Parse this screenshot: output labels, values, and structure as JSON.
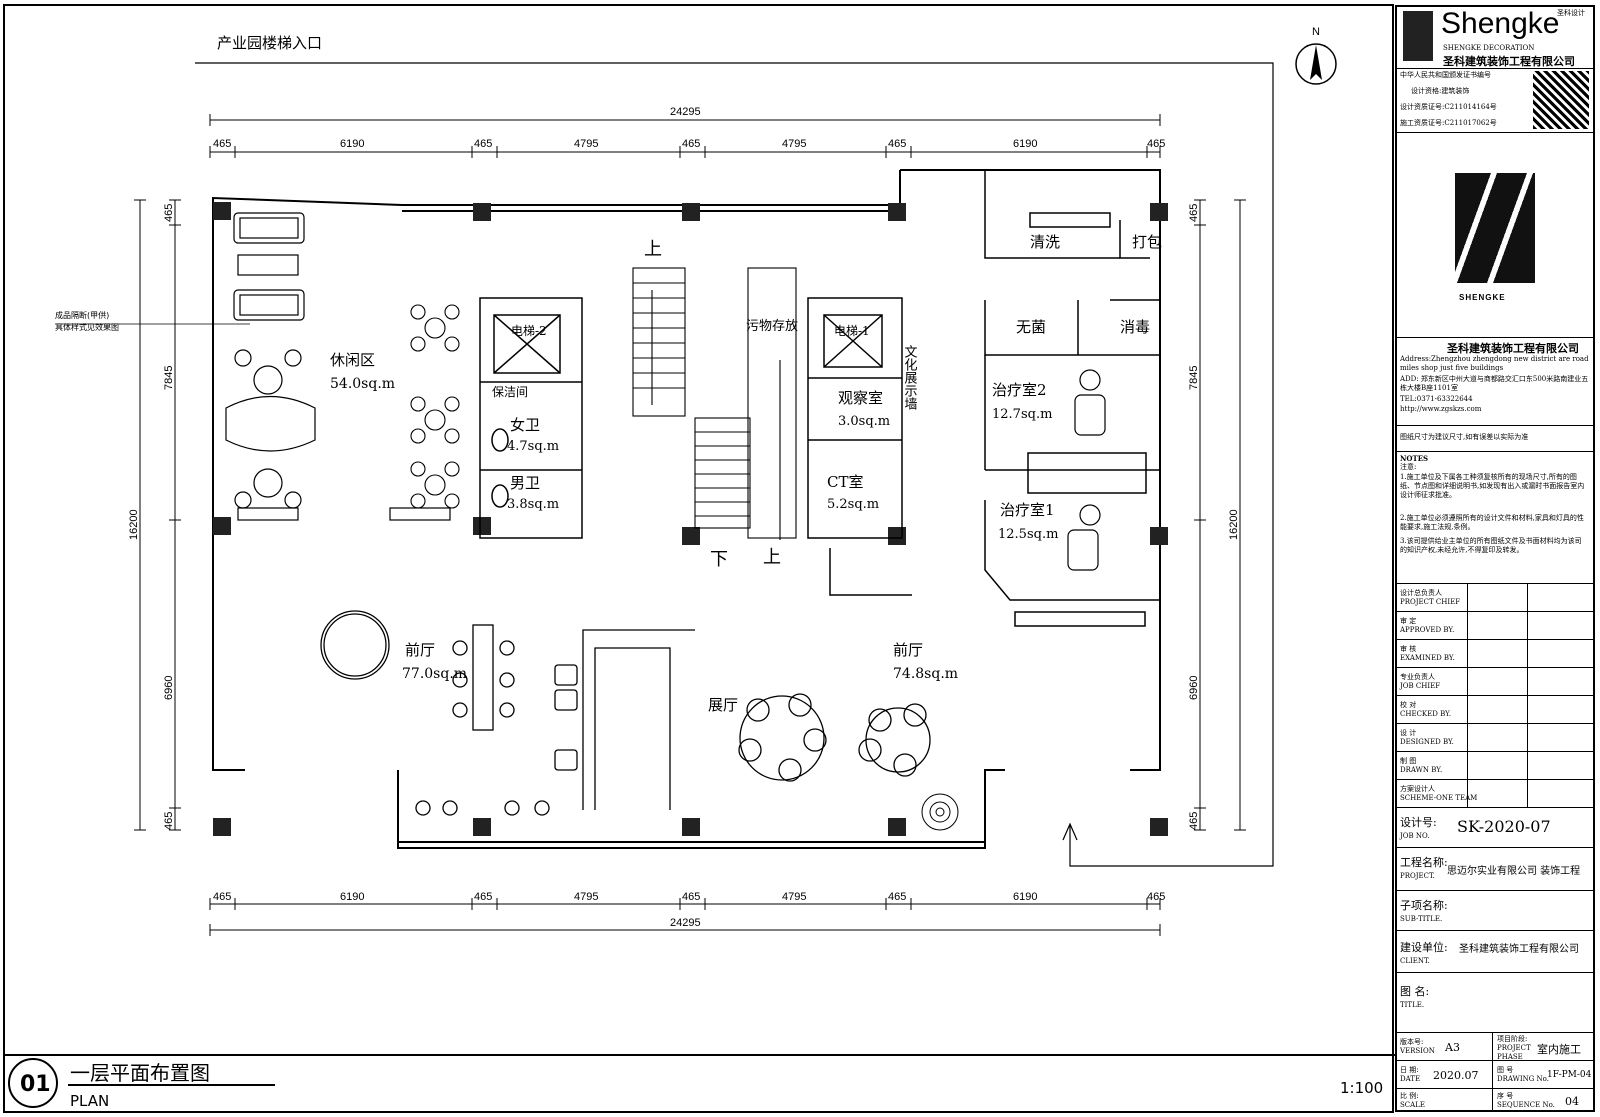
{
  "header": {
    "entrance_label": "产业园楼梯入口",
    "north_label": "N"
  },
  "dimensions": {
    "total_width": "24295",
    "segments": [
      "465",
      "6190",
      "465",
      "4795",
      "465",
      "4795",
      "465",
      "6190",
      "465"
    ],
    "total_height": "16200",
    "vert_segments": [
      "465",
      "7845",
      "6960",
      "465"
    ]
  },
  "annotation": {
    "line1": "成品隔断(甲供)",
    "line2": "具体样式见效果图"
  },
  "rooms": [
    {
      "name": "休闲区",
      "area": "54.0sq.m"
    },
    {
      "name": "电梯-2",
      "area": ""
    },
    {
      "name": "保洁间",
      "area": ""
    },
    {
      "name": "女卫",
      "area": "4.7sq.m"
    },
    {
      "name": "男卫",
      "area": "3.8sq.m"
    },
    {
      "name": "上",
      "area": ""
    },
    {
      "name": "污物存放",
      "area": ""
    },
    {
      "name": "电梯-1",
      "area": ""
    },
    {
      "name": "观察室",
      "area": "3.0sq.m"
    },
    {
      "name": "CT室",
      "area": "5.2sq.m"
    },
    {
      "name": "文化展示墙",
      "area": ""
    },
    {
      "name": "清洗",
      "area": ""
    },
    {
      "name": "打包",
      "area": ""
    },
    {
      "name": "无菌",
      "area": ""
    },
    {
      "name": "消毒",
      "area": ""
    },
    {
      "name": "治疗室2",
      "area": "12.7sq.m"
    },
    {
      "name": "治疗室1",
      "area": "12.5sq.m"
    },
    {
      "name": "前厅",
      "area": "77.0sq.m"
    },
    {
      "name": "前厅",
      "area": "74.8sq.m"
    },
    {
      "name": "展厅",
      "area": ""
    },
    {
      "name": "下",
      "area": ""
    },
    {
      "name": "上",
      "area": ""
    }
  ],
  "footer": {
    "number": "01",
    "title_cn": "一层平面布置图",
    "title_en": "PLAN",
    "scale": "1:100"
  },
  "title_block": {
    "logo_text": "Shengke",
    "logo_small": "SHENGKE DECORATION",
    "logo_cn": "圣科建筑装饰工程有限公司",
    "logo_tag": "圣科设计",
    "cert_1": "中华人民共和国颁发证书编号",
    "cert_2": "设计资格:建筑装饰",
    "cert_3": "设计资质证号:C211014164号",
    "cert_4": "施工资质证号:C211017062号",
    "emblem_text": "SHENGKE",
    "company": "圣科建筑装饰工程有限公司",
    "address_en": "Address:Zhengzhou zhengdong new district are road miles shop just five buildings",
    "address_cn": "ADD: 郑东新区中州大道与商都路交汇口东500米路南建业五栋大楼B座1101室",
    "tel": "TEL:0371-63322644",
    "web": "http://www.zgskzs.com",
    "size_note": "图纸尺寸为建议尺寸,如有误差以实际为准",
    "notes_title": "NOTES",
    "notes_cn": "注意:",
    "note_1": "1.施工单位及下属各工种须复核所有的现场尺寸,所有的图纸、节点图和详细说明书,如发现有出入或漏时书面报告室内设计师征求批准。",
    "note_2": "2.施工单位必须遵照所有的设计文件和材料,家具和灯具的性能要求,施工法规,条例。",
    "note_3": "3.该司提供给业主单位的所有图纸文件及书面材料均为该司的知识产权,未经允许,不得复印及转发。",
    "staff": [
      {
        "cn": "设计总负责人",
        "en": "PROJECT CHIEF"
      },
      {
        "cn": "审 定",
        "en": "APPROVED BY."
      },
      {
        "cn": "审 核",
        "en": "EXAMINED BY."
      },
      {
        "cn": "专业负责人",
        "en": "JOB CHIEF"
      },
      {
        "cn": "校 对",
        "en": "CHECKED BY."
      },
      {
        "cn": "设 计",
        "en": "DESIGNED BY."
      },
      {
        "cn": "制 图",
        "en": "DRAWN BY."
      },
      {
        "cn": "方案设计人",
        "en": "SCHEME-ONE TEAM"
      }
    ],
    "job_no_label": "设计号:",
    "job_no_en": "JOB NO.",
    "job_no": "SK-2020-07",
    "project_label": "工程名称:",
    "project_en": "PROJECT.",
    "project": "思迈尔实业有限公司 装饰工程",
    "subtitle_label": "子项名称:",
    "subtitle_en": "SUB-TITLE.",
    "client_label": "建设单位:",
    "client_en": "CLIENT.",
    "client": "圣科建筑装饰工程有限公司",
    "title_label": "图 名:",
    "title_en": "TITLE.",
    "version_label": "版本号:",
    "version_en": "VERSION",
    "version": "A3",
    "phase_label": "项目阶段:",
    "phase_en": "PROJECT PHASE",
    "phase": "室内施工",
    "date_label": "日 期:",
    "date_en": "DATE",
    "date": "2020.07",
    "drawing_label": "图 号",
    "drawing_en": "DRAWING No.",
    "drawing_no": "1F-PM-04",
    "scale_label": "比 例:",
    "scale_en": "SCALE",
    "seq_label": "序 号",
    "seq_en": "SEQUENCE No.",
    "seq": "04"
  }
}
